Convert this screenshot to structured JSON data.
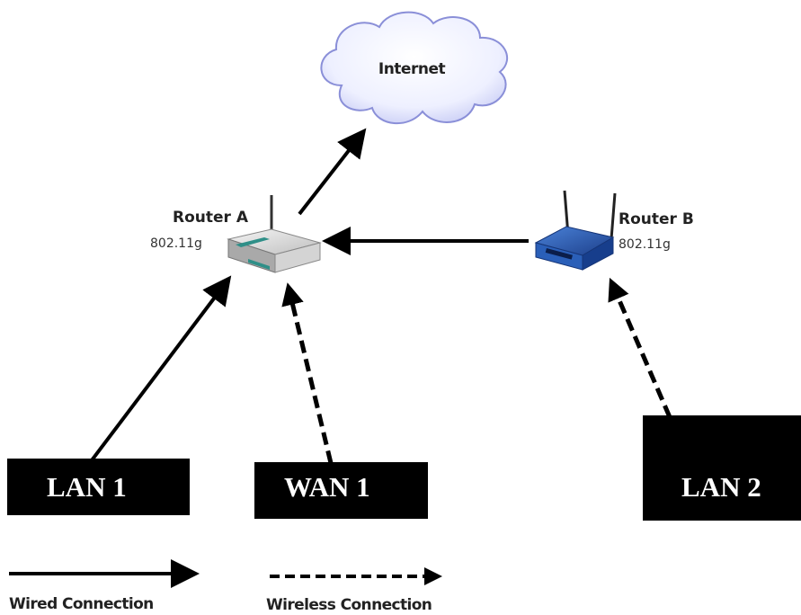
{
  "internet": {
    "label": "Internet"
  },
  "router_a": {
    "name": "Router A",
    "standard": "802.11g"
  },
  "router_b": {
    "name": "Router B",
    "standard": "802.11g"
  },
  "boxes": {
    "lan1": "LAN 1",
    "wan1": "WAN 1",
    "lan2": "LAN 2"
  },
  "legend": {
    "wired": "Wired Connection",
    "wireless": "Wireless Connection"
  },
  "colors": {
    "box_bg": "#000000",
    "box_text": "#ffffff",
    "line": "#000000",
    "router_b_accent": "#2a5fb8",
    "router_a_accent": "#2f8f88"
  }
}
